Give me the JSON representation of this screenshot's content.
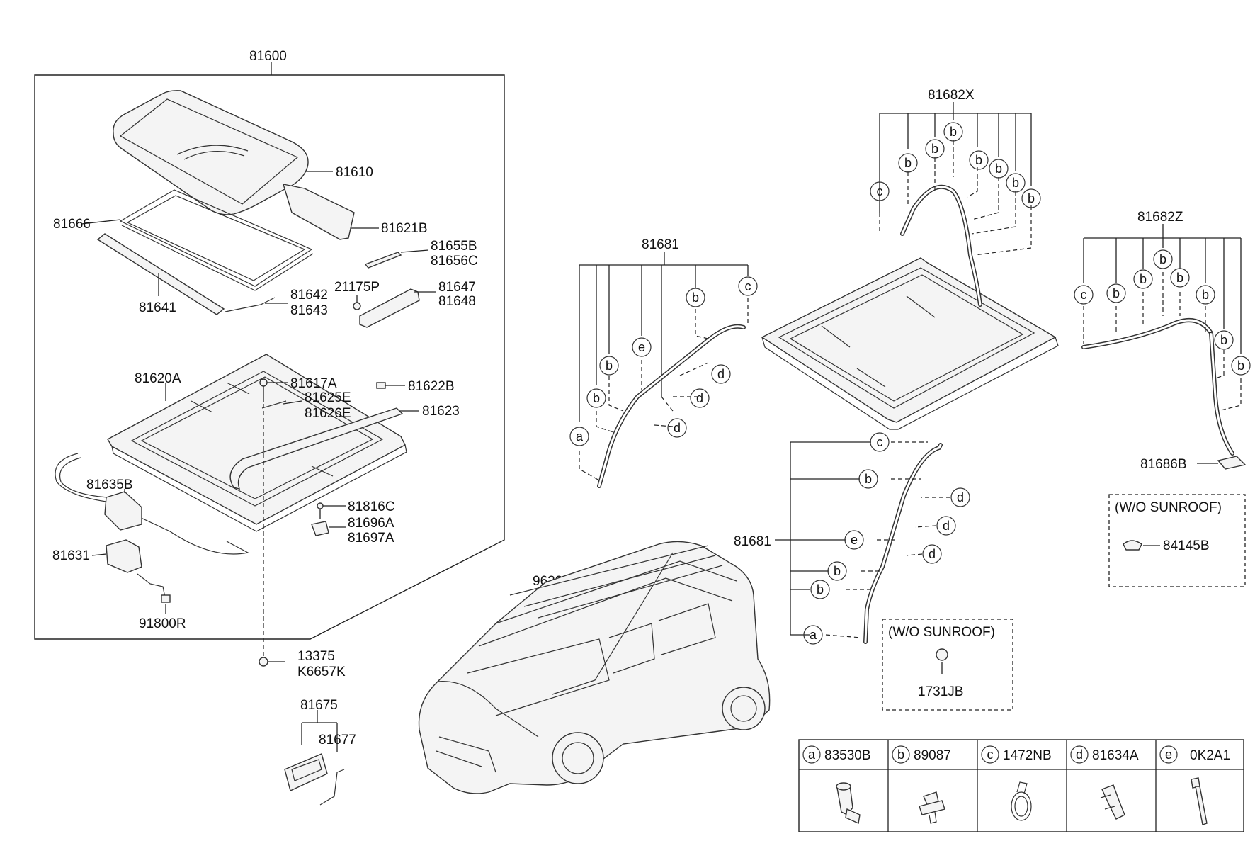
{
  "labels": {
    "l81600": "81600",
    "l81610": "81610",
    "l81666": "81666",
    "l81621B": "81621B",
    "l81655B": "81655B",
    "l81656C": "81656C",
    "l21175P": "21175P",
    "l81647": "81647",
    "l81648": "81648",
    "l81641": "81641",
    "l81642": "81642",
    "l81643": "81643",
    "l81620A": "81620A",
    "l81617A": "81617A",
    "l81625E": "81625E",
    "l81626E": "81626E",
    "l81622B": "81622B",
    "l81623": "81623",
    "l81635B": "81635B",
    "l81816C": "81816C",
    "l81696A": "81696A",
    "l81697A": "81697A",
    "l81631": "81631",
    "l91800R": "91800R",
    "l13375": "13375",
    "lK6657K": "K6657K",
    "l81675": "81675",
    "l81677": "81677",
    "l96220": "96220",
    "l81681a": "81681",
    "l81681b": "81681",
    "l81682X": "81682X",
    "l81682Z": "81682Z",
    "l81686B": "81686B",
    "l84145B": "84145B",
    "l1731JB": "1731JB",
    "wo_sunroof_1": "(W/O SUNROOF)",
    "wo_sunroof_2": "(W/O SUNROOF)"
  },
  "circle_letters": {
    "a": "a",
    "b": "b",
    "c": "c",
    "d": "d",
    "e": "e"
  },
  "legend": [
    {
      "letter": "a",
      "part": "83530B",
      "icon": "hose-connector-icon"
    },
    {
      "letter": "b",
      "part": "89087",
      "icon": "push-clip-icon"
    },
    {
      "letter": "c",
      "part": "1472NB",
      "icon": "hose-clamp-icon"
    },
    {
      "letter": "d",
      "part": "81634A",
      "icon": "retainer-clip-icon"
    },
    {
      "letter": "e",
      "part": "0K2A1",
      "icon": "cable-tie-icon"
    }
  ]
}
